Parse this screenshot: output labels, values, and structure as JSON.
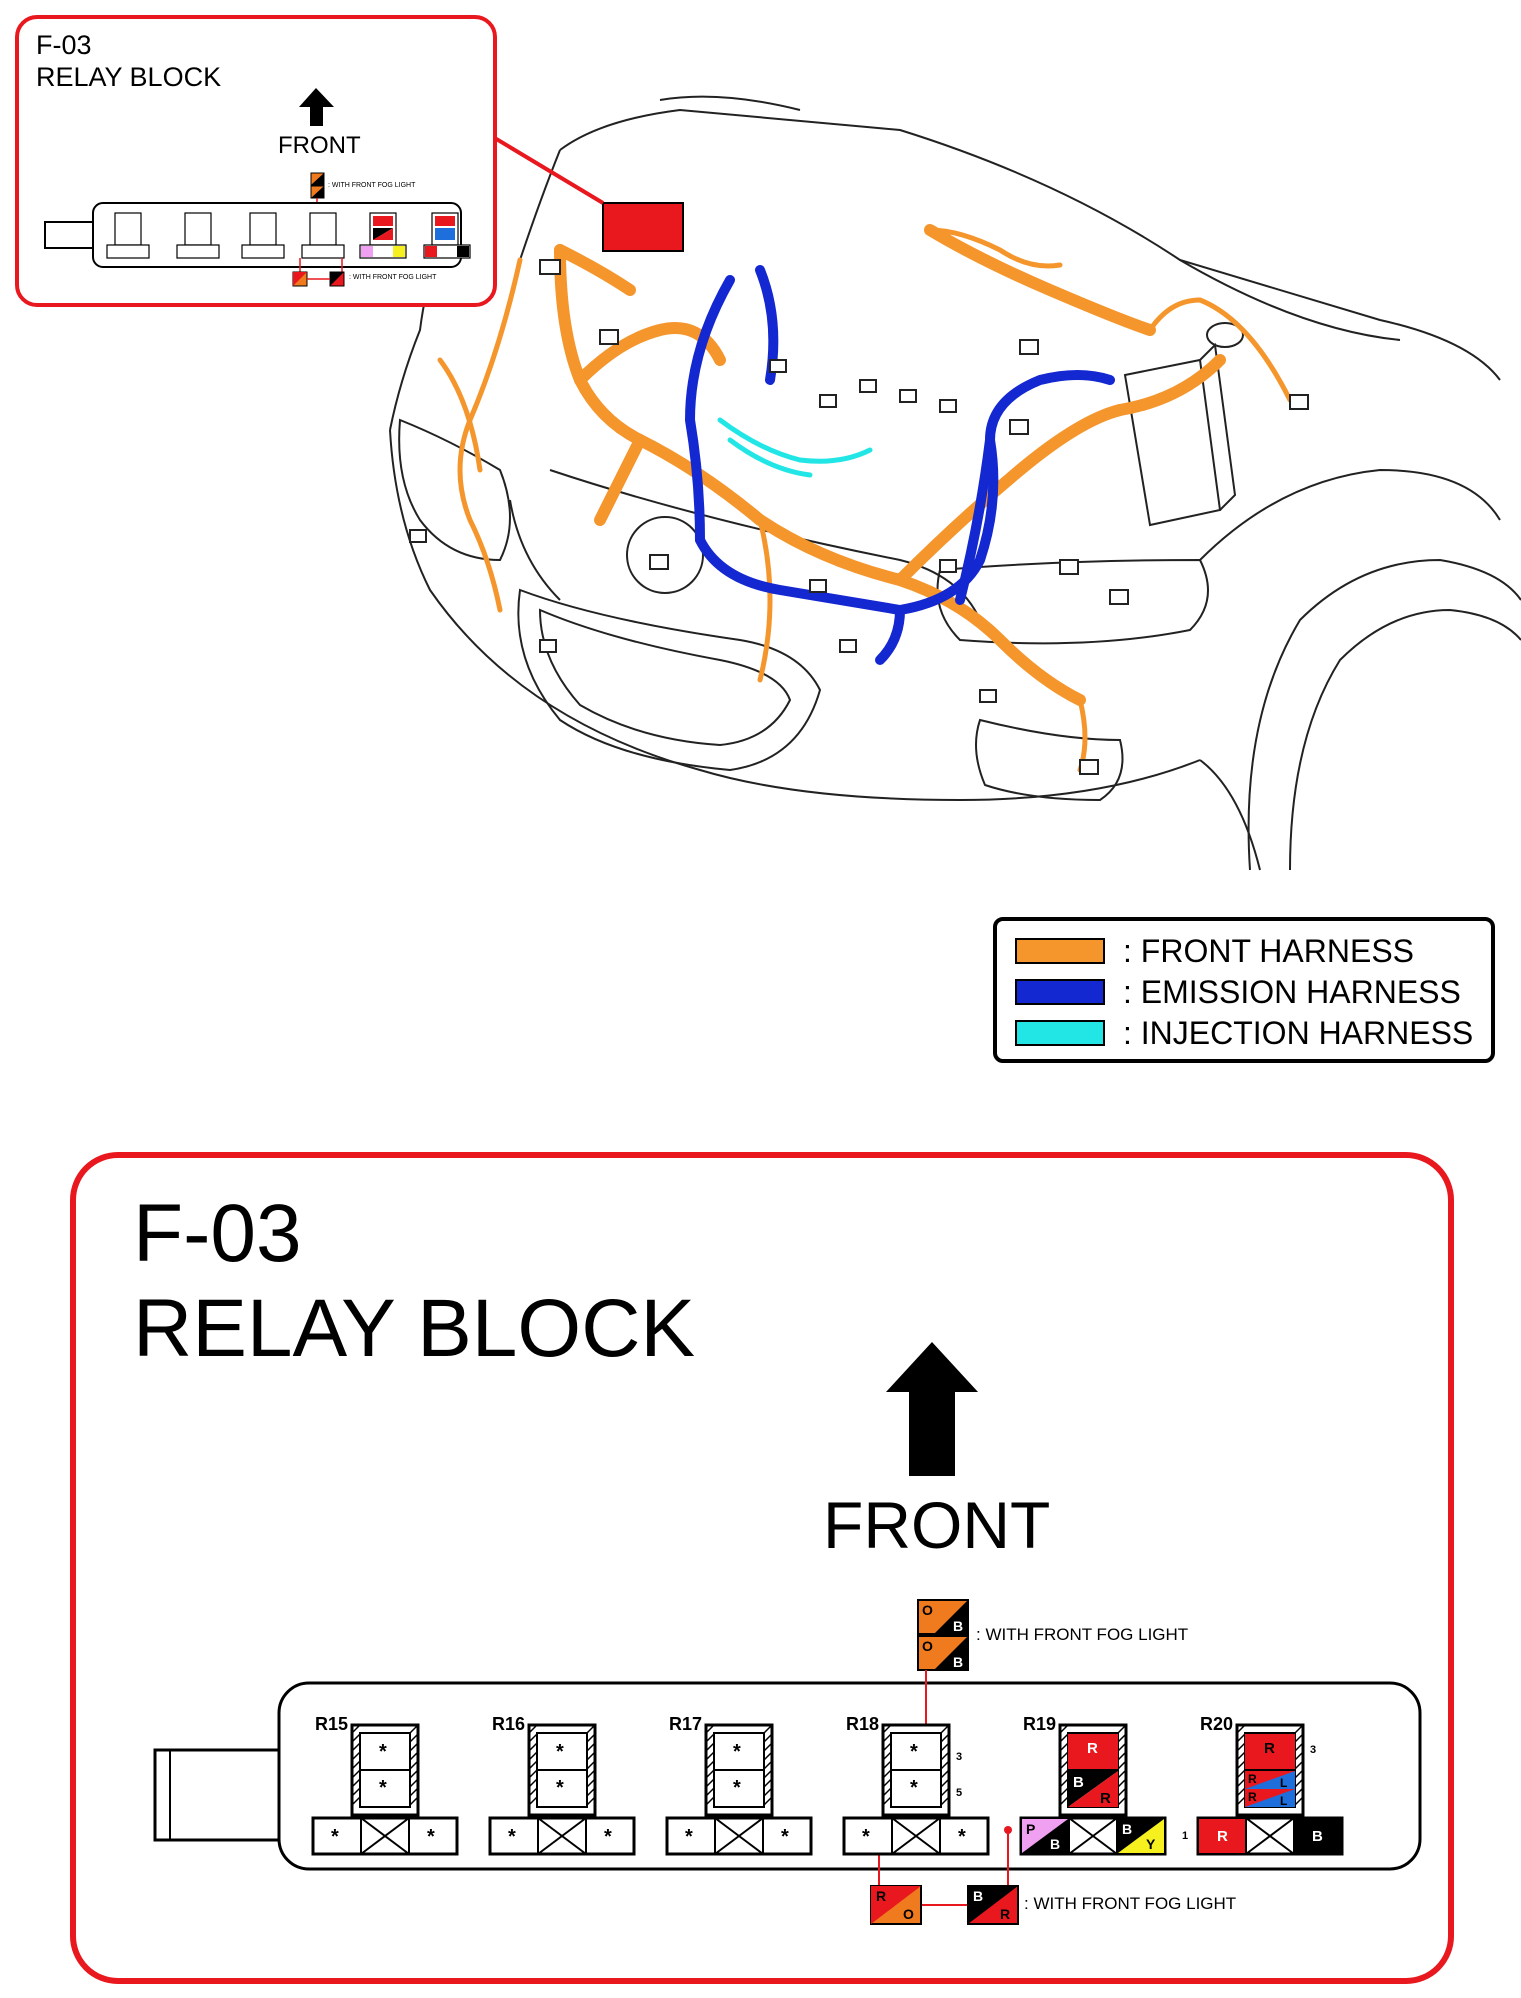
{
  "small_inset": {
    "code": "F-03",
    "name": "RELAY BLOCK",
    "direction": "FRONT",
    "option_note_top": ": WITH FRONT FOG LIGHT",
    "option_note_bottom": ": WITH FRONT FOG LIGHT"
  },
  "legend": [
    {
      "label": ": FRONT HARNESS",
      "color": "#F5962D"
    },
    {
      "label": ": EMISSION HARNESS",
      "color": "#1428D2"
    },
    {
      "label": ": INJECTION HARNESS",
      "color": "#22E6E6"
    }
  ],
  "detail": {
    "code": "F-03",
    "name": "RELAY BLOCK",
    "direction": "FRONT",
    "option_note_top": ": WITH FRONT FOG LIGHT",
    "option_note_bottom": ": WITH FRONT FOG LIGHT",
    "relays": [
      {
        "id": "R15",
        "upper": [
          "*",
          "*"
        ],
        "lower": [
          "*",
          "",
          "*"
        ],
        "side_numbers": []
      },
      {
        "id": "R16",
        "upper": [
          "*",
          "*"
        ],
        "lower": [
          "*",
          "",
          "*"
        ],
        "side_numbers": []
      },
      {
        "id": "R17",
        "upper": [
          "*",
          "*"
        ],
        "lower": [
          "*",
          "",
          "*"
        ],
        "side_numbers": []
      },
      {
        "id": "R18",
        "upper": [
          "*",
          "*"
        ],
        "lower": [
          "*",
          "",
          "*"
        ],
        "side_numbers": [
          "3",
          "5"
        ]
      },
      {
        "id": "R19",
        "upper": [
          "R",
          "B R"
        ],
        "lower": [
          "P B",
          "",
          "B Y"
        ],
        "side_numbers": []
      },
      {
        "id": "R20",
        "upper": [
          "R",
          "R L R L"
        ],
        "lower": [
          "R",
          "",
          "B"
        ],
        "side_numbers": [
          "3",
          "1"
        ]
      }
    ],
    "fog_light_top_wires": [
      [
        "O",
        "B"
      ],
      [
        "O",
        "B"
      ]
    ],
    "fog_light_bottom_wires": [
      [
        "R",
        "O"
      ],
      [
        "B",
        "R"
      ]
    ]
  },
  "colors": {
    "frame_red": "#E8181E",
    "front_harness": "#F5962D",
    "emission_harness": "#1428D2",
    "injection_harness": "#22E6E6",
    "wire_red": "#E8181E",
    "wire_orange": "#F07A1E",
    "wire_pink": "#F0A0F0",
    "wire_yellow": "#F5F01E",
    "wire_blue": "#1E6EDC"
  }
}
